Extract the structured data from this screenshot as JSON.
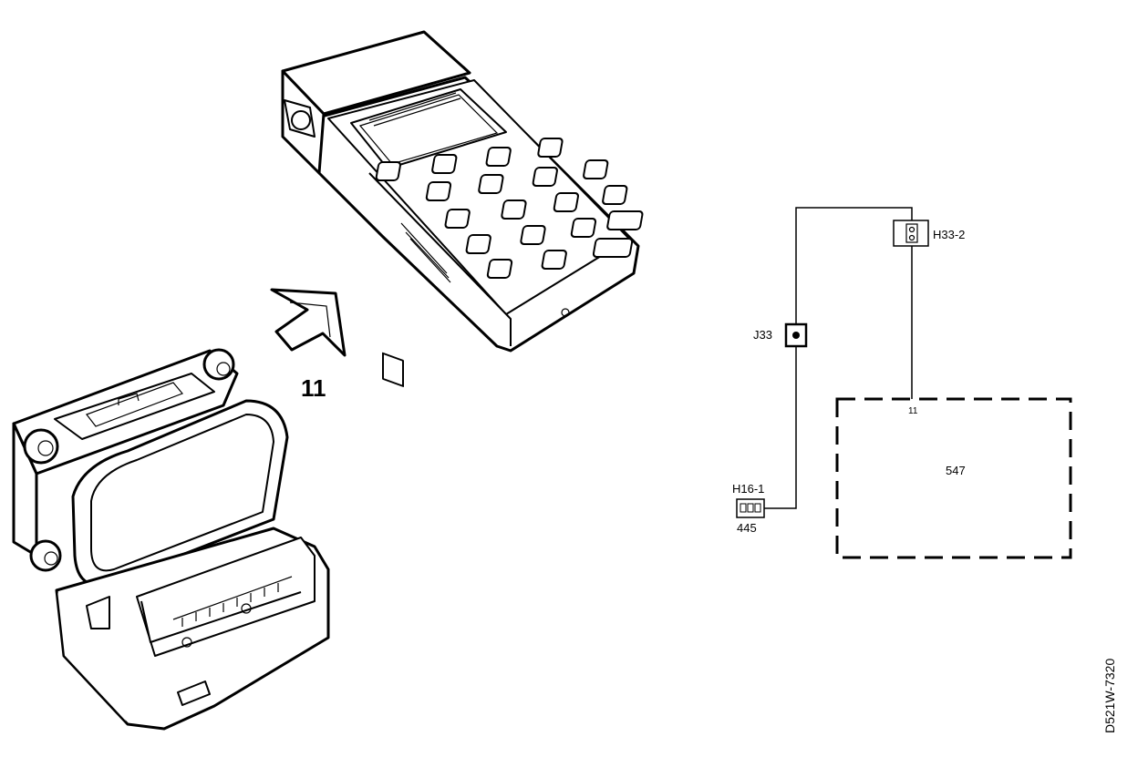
{
  "figure": {
    "callout_number": "11",
    "reference_code": "D521W-7320"
  },
  "wiring": {
    "connector_h33": "H33-2",
    "connector_j33": "J33",
    "connector_h16": "H16-1",
    "wire_445": "445",
    "pin_11": "11",
    "module_547": "547"
  }
}
